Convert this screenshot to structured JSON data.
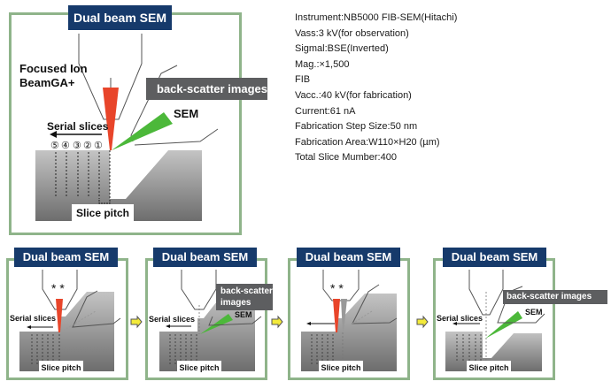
{
  "main_diagram": {
    "title": "Dual beam SEM",
    "fib_label_line1": "Focused Ion",
    "fib_label_line2": "BeamGA+",
    "backscatter_label": "back-scatter images",
    "sem_label": "SEM",
    "serial_slices_label": "Serial slices",
    "slice_numbers": [
      "⑤",
      "④",
      "③",
      "②",
      "①"
    ],
    "slice_pitch_label": "Slice pitch"
  },
  "specs": [
    "Instrument:NB5000 FIB-SEM(Hitachi)",
    "Vass:3 kV(for observation)",
    "Sigmal:BSE(Inverted)",
    "Mag.:×1,500",
    "FIB",
    "Vacc.:40 kV(for fabrication)",
    "Current:61 nA",
    "Fabrication Step Size:50 nm",
    "Fabrication Area:W110×H20 (µm)",
    "Total Slice Mumber:400"
  ],
  "steps": [
    {
      "title": "Dual beam SEM",
      "serial_slices_label": "Serial slices",
      "asterisks": "* *",
      "slice_pitch_label": "Slice pitch"
    },
    {
      "title": "Dual beam SEM",
      "serial_slices_label": "Serial slices",
      "backscatter_line1": "back-scatter",
      "backscatter_line2": "images",
      "sem_label": "SEM",
      "slice_pitch_label": "Slice pitch"
    },
    {
      "title": "Dual beam SEM",
      "asterisks": "* *",
      "slice_pitch_label": "Slice pitch"
    },
    {
      "title": "Dual beam SEM",
      "serial_slices_label": "Serial slices",
      "backscatter_label": "back-scatter images",
      "sem_label": "SEM",
      "slice_pitch_label": "Slice pitch"
    }
  ],
  "colors": {
    "frame_border": "#8fb48a",
    "title_bg": "#163a6b",
    "backscatter_bg": "#5d5e60",
    "fib_beam": "#e8452a",
    "sem_beam": "#4cb83a",
    "step_arrow": "#f3ea3a"
  }
}
